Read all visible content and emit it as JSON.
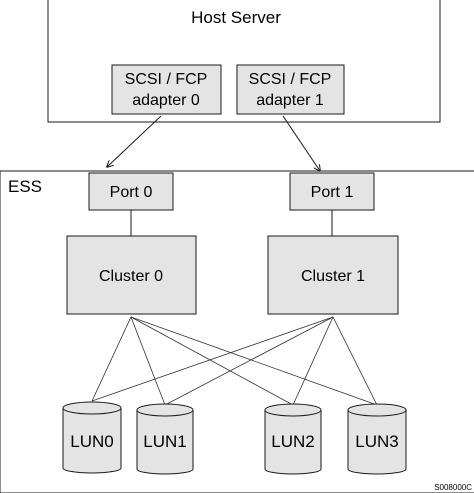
{
  "host": {
    "label": "Host Server"
  },
  "adapters": [
    {
      "line1": "SCSI / FCP",
      "line2": "adapter 0"
    },
    {
      "line1": "SCSI / FCP",
      "line2": "adapter 1"
    }
  ],
  "ess": {
    "label": "ESS"
  },
  "ports": [
    {
      "label": "Port 0"
    },
    {
      "label": "Port 1"
    }
  ],
  "clusters": [
    {
      "label": "Cluster 0"
    },
    {
      "label": "Cluster 1"
    }
  ],
  "luns": [
    {
      "label": "LUN0"
    },
    {
      "label": "LUN1"
    },
    {
      "label": "LUN2"
    },
    {
      "label": "LUN3"
    }
  ],
  "figure_id": "S008000C",
  "colors": {
    "box_fill": "#e4e4e4",
    "stroke": "#1a1a1a",
    "background": "#ffffff"
  }
}
